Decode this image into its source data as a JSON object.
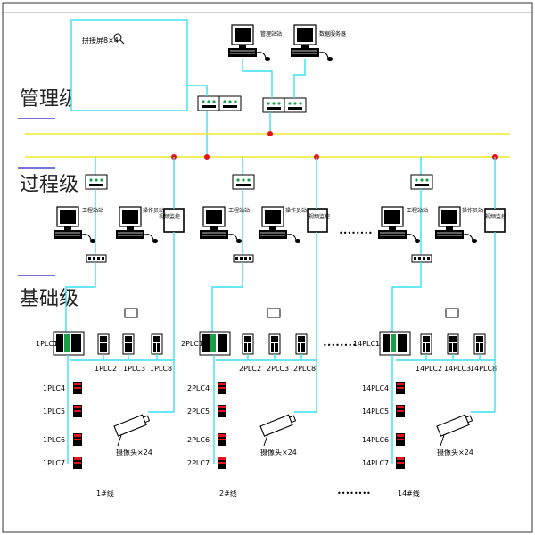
{
  "levels": {
    "management": "管理级",
    "process": "过程级",
    "basic": "基础级"
  },
  "management": {
    "screen_label": "拼接屏8×4",
    "management_station": "管理站站",
    "database_server": "数据服务器"
  },
  "process": {
    "engineering_station": "工程站站",
    "operator_station": "操作员站",
    "video_monitor": "视频监控"
  },
  "lines": [
    {
      "name": "1#线",
      "plc_main": "1PLC1",
      "plc_top": [
        "1PLC2",
        "1PLC3",
        "1PLC8"
      ],
      "plc_side": [
        "1PLC4",
        "1PLC5",
        "1PLC6",
        "1PLC7"
      ],
      "camera": "摄像头×24"
    },
    {
      "name": "2#线",
      "plc_main": "2PLC1",
      "plc_top": [
        "2PLC2",
        "2PLC3",
        "2PLC8"
      ],
      "plc_side": [
        "2PLC4",
        "2PLC5",
        "2PLC6",
        "2PLC7"
      ],
      "camera": "摄像头×24"
    },
    {
      "name": "14#线",
      "plc_main": "14PLC1",
      "plc_top": [
        "14PLC2",
        "14PLC3",
        "14PLC8"
      ],
      "plc_side": [
        "14PLC4",
        "14PLC5",
        "14PLC6",
        "14PLC7"
      ],
      "camera": "摄像头×24"
    }
  ],
  "ellipsis": "••••••••",
  "colors": {
    "network": "#37e0f0",
    "bus": "#f0ea2a",
    "node": "#e8101a",
    "underline": "#2020c0"
  }
}
